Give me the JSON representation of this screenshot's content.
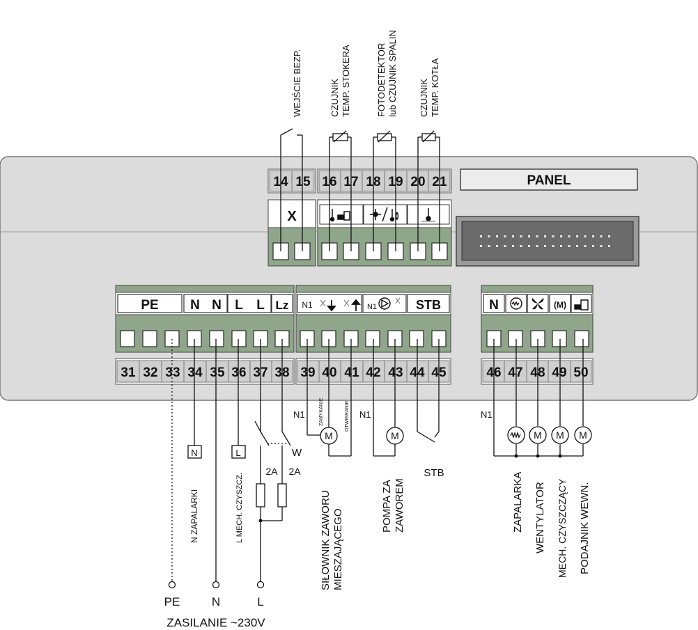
{
  "top_labels": {
    "safety_input": "WEJŚCIE BEZP.",
    "stoker_sensor_1": "CZUJNIK",
    "stoker_sensor_2": "TEMP. STOKERA",
    "photo_1": "FOTODETEKTOR",
    "photo_2": "lub CZUJNIK SPALIN",
    "boiler_sensor_1": "CZUJNIK",
    "boiler_sensor_2": "TEMP. KOTŁA"
  },
  "top_terminals": [
    "14",
    "15",
    "16",
    "17",
    "18",
    "19",
    "20",
    "21"
  ],
  "panel_label": "PANEL",
  "x_label": "X",
  "bottom_terminals_left": [
    "31",
    "32",
    "33",
    "34",
    "35",
    "36",
    "37",
    "38"
  ],
  "bottom_terminals_mid": [
    "39",
    "40",
    "41",
    "42",
    "43",
    "44",
    "45"
  ],
  "bottom_terminals_right": [
    "46",
    "47",
    "48",
    "49",
    "50"
  ],
  "headers_left": [
    "PE",
    "N",
    "N",
    "L",
    "L",
    "Lz"
  ],
  "header_n1_left": "N1",
  "header_n1_pump": "N1",
  "header_stb": "STB",
  "header_n_right": "N",
  "header_m_right": "(M)",
  "below": {
    "n1_mixer": "N1",
    "closing": "ZAMYKANIE",
    "opening": "OTWIERANIE",
    "n1_pump": "N1",
    "n1_right": "N1",
    "box_n": "N",
    "box_l": "L",
    "n_igniter": "N  ZAPALARKI",
    "l_cleaning": "L  MECH. CZYSZCZ.",
    "fuse_a": "2A",
    "fuse_b": "2A",
    "switch_w": "W",
    "mixer_1": "SIŁOWNIK ZAWORU",
    "mixer_2": "MIESZAJĄCEGO",
    "pump_1": "POMPA ZA",
    "pump_2": "ZAWOREM",
    "stb": "STB",
    "igniter": "ZAPALARKA",
    "fan": "WENTYLATOR",
    "cleaning": "MECH. CZYSZCZĄCY",
    "feeder": "PODAJNIK WEWN.",
    "motor": "M",
    "pe": "PE",
    "n": "N",
    "l": "L",
    "supply": "ZASILANIE ~230V"
  }
}
